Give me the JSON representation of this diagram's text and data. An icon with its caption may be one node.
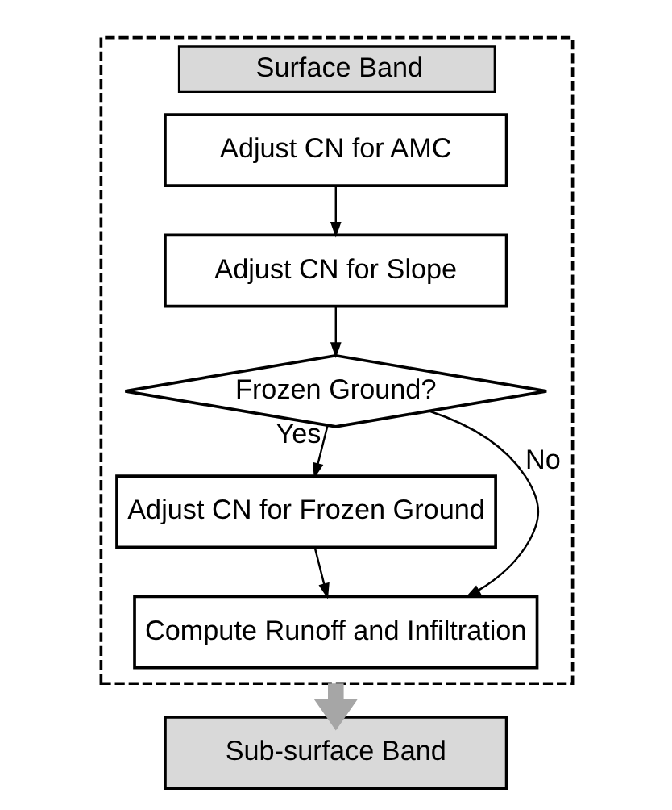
{
  "diagram": {
    "nodes": [
      {
        "text": [
          "Surface Band"
        ]
      },
      {
        "text": [
          "Adjust CN for AMC"
        ],
        "in": 0
      },
      {
        "text": [
          "Adjust CN for Slope"
        ],
        "in": 0
      },
      {
        "text": [
          "Frozen Ground?"
        ],
        "in": 0
      },
      {
        "text": [
          "Adjust CN for Frozen Ground"
        ],
        "in": 0
      },
      {
        "text": [
          "Compute Runoff and Infiltration"
        ],
        "in": 0
      },
      {
        "text": [
          "Sub-surface Band"
        ]
      }
    ],
    "edges": [
      {
        "from": 1,
        "to": 2,
        "arrow": "to"
      },
      {
        "from": 2,
        "to": 3,
        "arrow": "to"
      },
      {
        "from": 3,
        "to": 4,
        "arrow": "to",
        "label": "Yes"
      },
      {
        "from": 3,
        "to": 5,
        "arrow": "to",
        "label": "No"
      },
      {
        "from": 4,
        "to": 5,
        "arrow": "to"
      },
      {
        "from": 0,
        "to": 6,
        "arrow": "to",
        "style": "thick",
        "color": "#a6a6a6"
      }
    ]
  }
}
